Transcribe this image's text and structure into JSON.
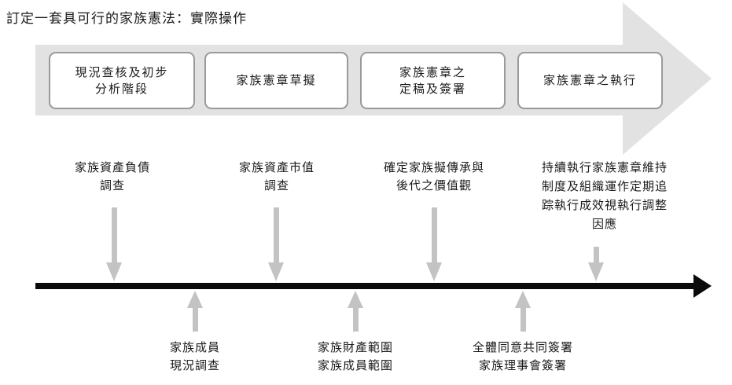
{
  "title": "訂定一套具可行的家族憲法：實際操作",
  "colors": {
    "band": "#e2e2e2",
    "box_bg": "#ffffff",
    "box_border": "#9a9a9a",
    "small_arrow": "#c3c3c3",
    "timeline": "#0a0a0a",
    "text": "#1a1a1a"
  },
  "stages": [
    {
      "label": "現況查核及初步\n分析階段"
    },
    {
      "label": "家族憲章草擬"
    },
    {
      "label": "家族憲章之\n定稿及簽署"
    },
    {
      "label": "家族憲章之執行"
    }
  ],
  "milestones_above": [
    {
      "label": "家族資產負債\n調查"
    },
    {
      "label": "家族資產市值\n調查"
    },
    {
      "label": "確定家族擬傳承與\n後代之價值觀"
    },
    {
      "label": "持續執行家族憲章維持\n制度及組織運作定期追\n踪執行成效視執行調整\n因應"
    }
  ],
  "milestones_below": [
    {
      "label": "家族成員\n現況調查"
    },
    {
      "label": "家族財產範圍\n家族成員範圍"
    },
    {
      "label": "全體同意共同簽署\n家族理事會簽署"
    }
  ]
}
